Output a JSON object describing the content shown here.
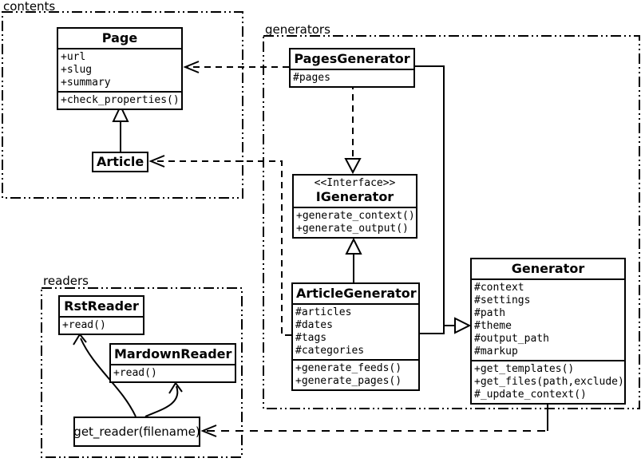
{
  "diagram": {
    "type": "uml-class-diagram",
    "colors": {
      "line": "#000000",
      "background": "#ffffff"
    }
  },
  "packages": {
    "contents": {
      "label": "contents"
    },
    "generators": {
      "label": "generators"
    },
    "readers": {
      "label": "readers"
    }
  },
  "classes": {
    "page": {
      "name": "Page",
      "attributes": [
        "+url",
        "+slug",
        "+summary"
      ],
      "methods": [
        "+check_properties()"
      ]
    },
    "article": {
      "name": "Article"
    },
    "pages_generator": {
      "name": "PagesGenerator",
      "attributes": [
        "#pages"
      ]
    },
    "igenerator": {
      "stereotype": "<<Interface>>",
      "name": "IGenerator",
      "methods": [
        "+generate_context()",
        "+generate_output()"
      ]
    },
    "article_generator": {
      "name": "ArticleGenerator",
      "attributes": [
        "#articles",
        "#dates",
        "#tags",
        "#categories"
      ],
      "methods": [
        "+generate_feeds()",
        "+generate_pages()"
      ]
    },
    "generator": {
      "name": "Generator",
      "attributes": [
        "#context",
        "#settings",
        "#path",
        "#theme",
        "#output_path",
        "#markup"
      ],
      "methods": [
        "+get_templates()",
        "+get_files(path,exclude)",
        "#_update_context()"
      ]
    },
    "rst_reader": {
      "name": "RstReader",
      "methods": [
        "+read()"
      ]
    },
    "mardown_reader": {
      "name": "MardownReader",
      "methods": [
        "+read()"
      ]
    },
    "get_reader": {
      "label": "get_reader(filename)"
    }
  },
  "relationships": [
    {
      "from": "Article",
      "to": "Page",
      "type": "generalization"
    },
    {
      "from": "PagesGenerator",
      "to": "Page",
      "type": "dependency"
    },
    {
      "from": "ArticleGenerator",
      "to": "Article",
      "type": "dependency"
    },
    {
      "from": "PagesGenerator",
      "to": "IGenerator",
      "type": "realization"
    },
    {
      "from": "ArticleGenerator",
      "to": "IGenerator",
      "type": "generalization"
    },
    {
      "from": "PagesGenerator",
      "to": "Generator",
      "type": "generalization"
    },
    {
      "from": "ArticleGenerator",
      "to": "Generator",
      "type": "generalization"
    },
    {
      "from": "Generator",
      "to": "get_reader(filename)",
      "type": "dependency"
    },
    {
      "from": "get_reader(filename)",
      "to": "RstReader",
      "type": "call"
    },
    {
      "from": "get_reader(filename)",
      "to": "MardownReader",
      "type": "call"
    }
  ]
}
